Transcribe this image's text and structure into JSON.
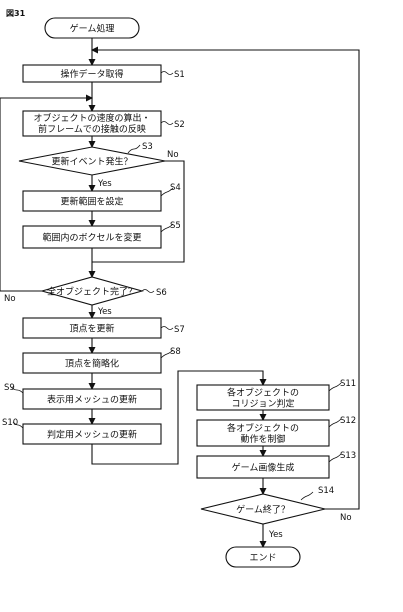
{
  "figure_label": "図31",
  "nodes": {
    "start": "ゲーム処理",
    "s1": "操作データ取得",
    "s2_line1": "オブジェクトの速度の算出・",
    "s2_line2": "前フレームでの接触の反映",
    "s3": "更新イベント発生？",
    "s4": "更新範囲を設定",
    "s5": "範囲内のボクセルを変更",
    "s6": "全オブジェクト完了？",
    "s7": "頂点を更新",
    "s8": "頂点を簡略化",
    "s9": "表示用メッシュの更新",
    "s10": "判定用メッシュの更新",
    "s11_line1": "各オブジェクトの",
    "s11_line2": "コリジョン判定",
    "s12_line1": "各オブジェクトの",
    "s12_line2": "動作を制御",
    "s13": "ゲーム画像生成",
    "s14": "ゲーム終了？",
    "end": "エンド"
  },
  "step_ids": {
    "s1": "S1",
    "s2": "S2",
    "s3": "S3",
    "s4": "S4",
    "s5": "S5",
    "s6": "S6",
    "s7": "S7",
    "s8": "S8",
    "s9": "S9",
    "s10": "S10",
    "s11": "S11",
    "s12": "S12",
    "s13": "S13",
    "s14": "S14"
  },
  "edge_labels": {
    "s3_yes": "Yes",
    "s3_no": "No",
    "s6_yes": "Yes",
    "s6_no": "No",
    "s14_yes": "Yes",
    "s14_no": "No"
  }
}
